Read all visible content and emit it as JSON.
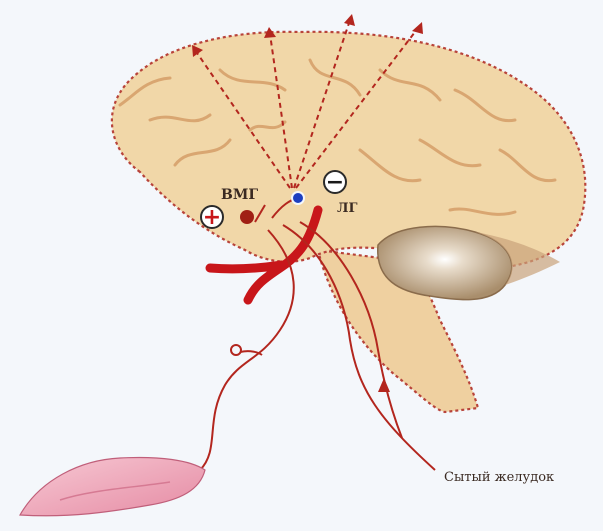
{
  "labels": {
    "vmg": "ВМГ",
    "lg": "ЛГ",
    "stomach": "Сытый желудок"
  },
  "signs": {
    "plus": "+",
    "minus": "−"
  },
  "colors": {
    "background": "#f4f7fb",
    "brain": "#f1d7a8",
    "brain_outline": "#b8433a",
    "folds": "#d9a671",
    "cerebellum": "#c9ad8a",
    "nerve": "#b3261e",
    "vessel": "#c8161a",
    "vmg_dot": "#a01f14",
    "lg_dot": "#1d3fbf",
    "tongue": "#f3b5c4"
  }
}
